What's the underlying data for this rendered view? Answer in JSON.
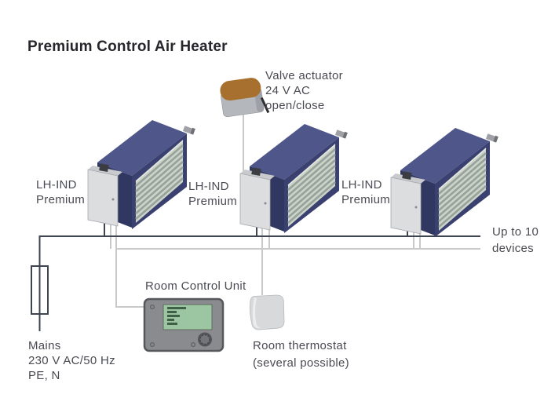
{
  "title": "Premium Control Air Heater",
  "heaters": {
    "h1": {
      "l1": "LH-IND",
      "l2": "Premium"
    },
    "h2": {
      "l1": "LH-IND",
      "l2": "Premium"
    },
    "h3": {
      "l1": "LH-IND",
      "l2": "Premium"
    }
  },
  "valve_actuator": {
    "l1": "Valve actuator",
    "l2": "24 V AC",
    "l3": "open/close"
  },
  "bus_note": {
    "l1": "Up to 10",
    "l2": "devices"
  },
  "room_control_unit": {
    "label": "Room Control Unit"
  },
  "room_thermostat": {
    "l1": "Room thermostat",
    "l2": "(several possible)"
  },
  "mains": {
    "l1": "Mains",
    "l2": "230 V AC/50 Hz",
    "l3": "PE, N"
  },
  "colors": {
    "title_color": "#26262c",
    "label_color": "#4a4b52",
    "wire_dark": "#3f4550",
    "wire_light": "#c8c9cb",
    "heater_top": "#4f568a",
    "heater_left": "#303760",
    "heater_front": "#3a4170",
    "grille": "#ccd3c9",
    "grille_slat": "#96a29a",
    "cbox": "#dcdddf",
    "actuator_brown": "#a8702f",
    "actuator_gray": "#b4b7bc",
    "rcu_body": "#8a8b8e",
    "rcu_border": "#56575a",
    "rcu_screen": "#9cc5a2",
    "rcu_screen_text": "#3e6047",
    "thermostat": "#d8d9db"
  }
}
